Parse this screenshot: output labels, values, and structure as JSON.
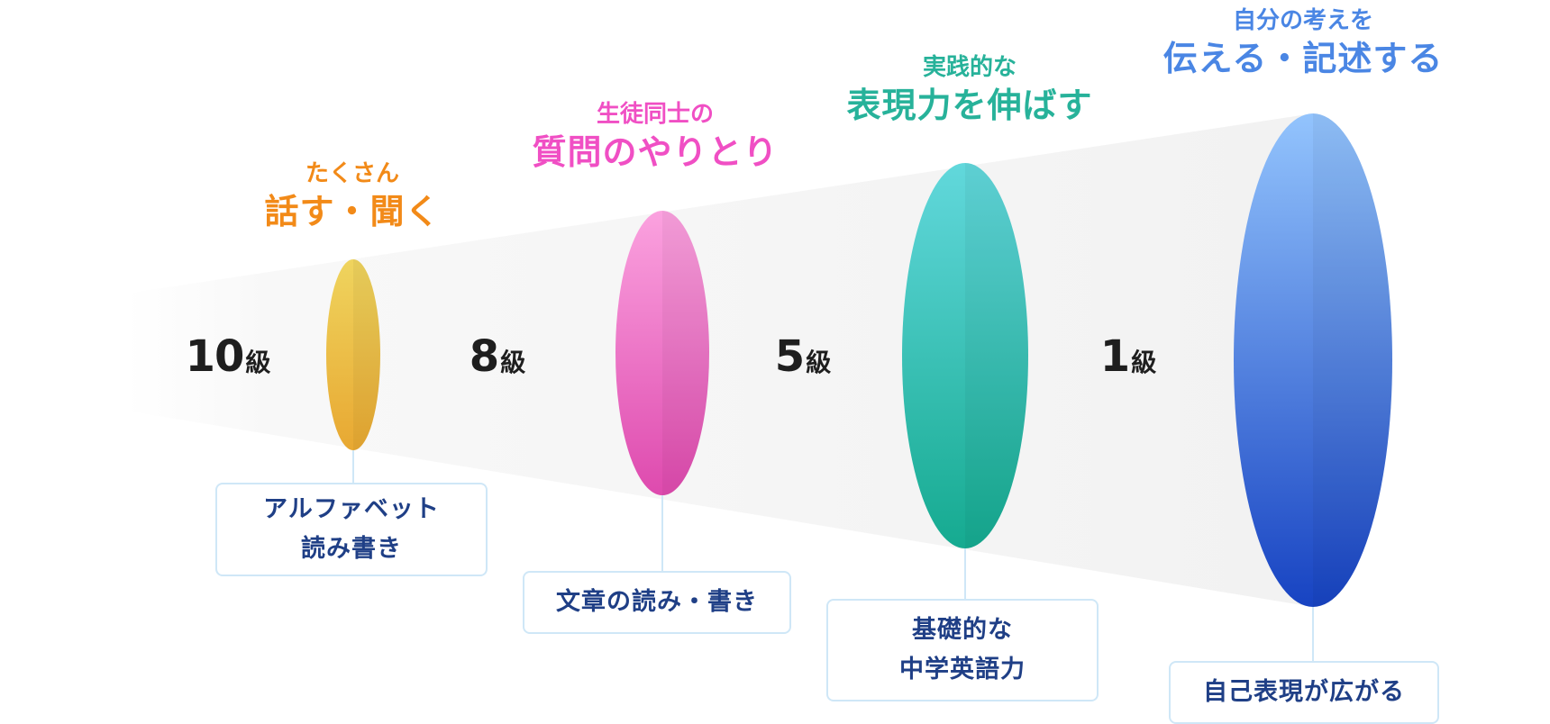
{
  "stages": [
    {
      "id": "grade10",
      "grade_number": "10",
      "grade_unit": "級",
      "heading_sub": "たくさん",
      "heading_main": "話す・聞く",
      "heading_color": "#f28a18",
      "box_lines": [
        "アルファベット",
        "読み書き"
      ],
      "ellipse_colors": {
        "top": "#efd45e",
        "bottom": "#e8a832"
      }
    },
    {
      "id": "grade8",
      "grade_number": "8",
      "grade_unit": "級",
      "heading_sub": "生徒同士の",
      "heading_main": "質問のやりとり",
      "heading_color": "#f04fc4",
      "box_lines": [
        "文章の読み・書き"
      ],
      "ellipse_colors": {
        "top": "#fba2df",
        "bottom": "#de4aae"
      }
    },
    {
      "id": "grade5",
      "grade_number": "5",
      "grade_unit": "級",
      "heading_sub": "実践的な",
      "heading_main": "表現力を伸ばす",
      "heading_color": "#27b29a",
      "box_lines": [
        "基礎的な",
        "中学英語力"
      ],
      "ellipse_colors": {
        "top": "#62d8dc",
        "bottom": "#15aa90"
      }
    },
    {
      "id": "grade1",
      "grade_number": "1",
      "grade_unit": "級",
      "heading_sub": "自分の考えを",
      "heading_main": "伝える・記述する",
      "heading_color": "#4a86e4",
      "box_lines": [
        "自己表現が広がる"
      ],
      "ellipse_colors": {
        "top": "#93c4fd",
        "bottom": "#1743c2"
      }
    }
  ],
  "colors": {
    "funnel": "#f4f4f4",
    "grade_text": "#1e1e1e",
    "box_text": "#1f3f86",
    "box_border": "#cfe7f7"
  }
}
